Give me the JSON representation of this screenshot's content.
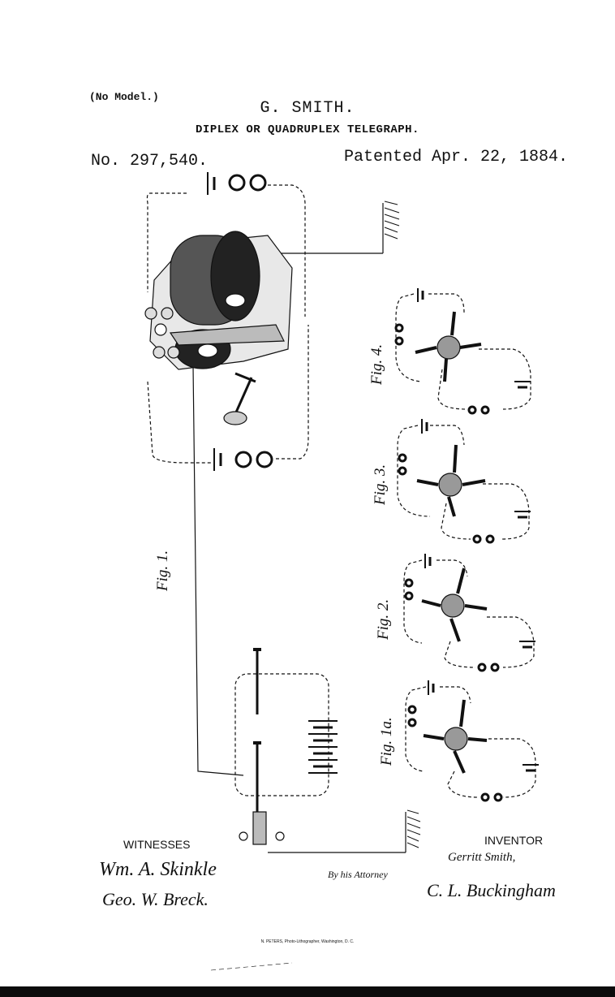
{
  "header": {
    "no_model": "(No Model.)",
    "inventor_name": "G. SMITH.",
    "title": "DIPLEX OR QUADRUPLEX TELEGRAPH.",
    "patent_number": "No. 297,540.",
    "patent_date": "Patented Apr. 22, 1884."
  },
  "figures": {
    "fig1": "Fig. 1.",
    "fig1a": "Fig. 1a.",
    "fig2": "Fig. 2.",
    "fig3": "Fig. 3.",
    "fig4": "Fig. 4."
  },
  "signatures": {
    "witnesses_label": "WITNESSES",
    "witness_1": "Wm. A. Skinkle",
    "witness_2": "Geo. W. Breck.",
    "inventor_label": "INVENTOR",
    "inventor_signature": "Gerritt Smith,",
    "by_attorney": "By his   Attorney",
    "attorney_signature": "C. L. Buckingham"
  },
  "footer": {
    "lithographer": "N. PETERS, Photo-Lithographer, Washington, D. C."
  }
}
